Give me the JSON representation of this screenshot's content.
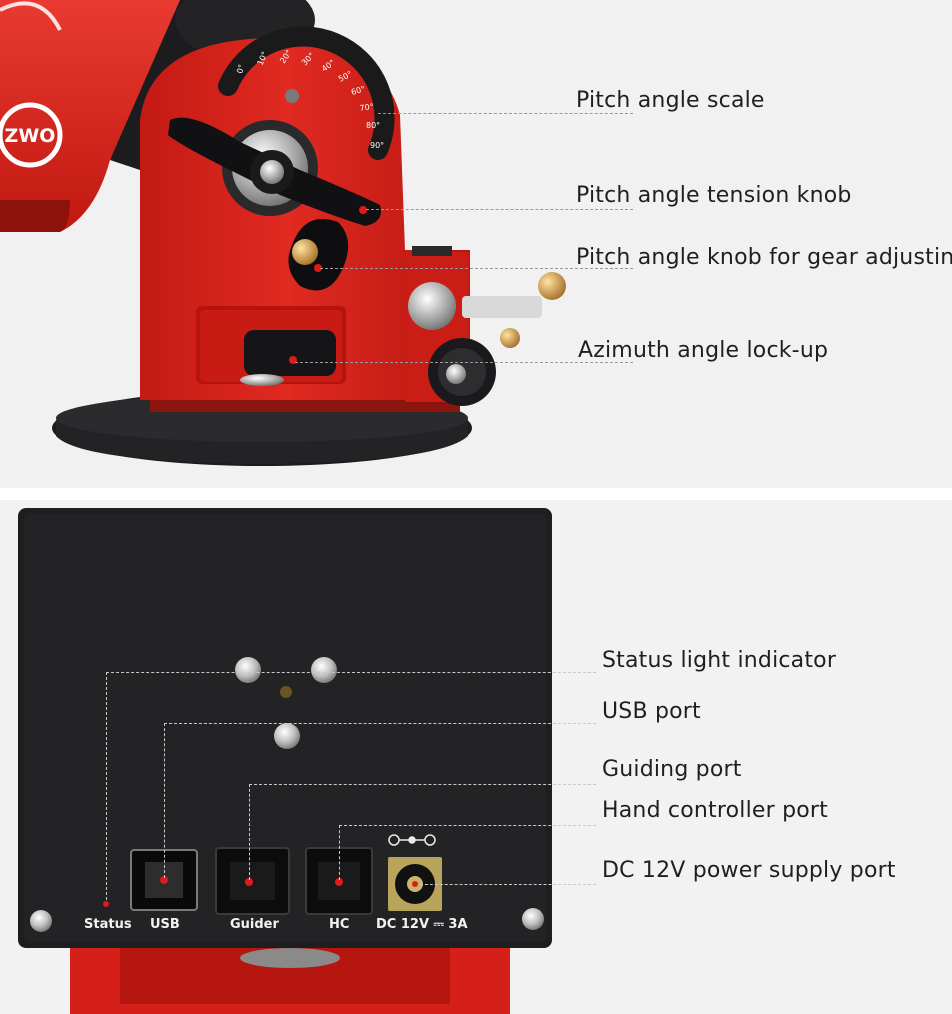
{
  "top_callouts": [
    {
      "id": "pitch-scale",
      "label": "Pitch angle scale"
    },
    {
      "id": "pitch-tension",
      "label": "Pitch angle tension knob"
    },
    {
      "id": "pitch-gear",
      "label": "Pitch angle knob for gear adjusting"
    },
    {
      "id": "azimuth-lock",
      "label": "Azimuth angle lock-up"
    }
  ],
  "bottom_callouts": [
    {
      "id": "status-light",
      "label": "Status light indicator"
    },
    {
      "id": "usb-port",
      "label": "USB port"
    },
    {
      "id": "guiding-port",
      "label": "Guiding port"
    },
    {
      "id": "hc-port",
      "label": "Hand controller port"
    },
    {
      "id": "dc-port",
      "label": "DC 12V power supply port"
    }
  ],
  "scale_ticks": [
    "0°",
    "10°",
    "20°",
    "30°",
    "40°",
    "50°",
    "60°",
    "70°",
    "80°",
    "90°"
  ],
  "logo_text": "ZWO",
  "port_labels": {
    "status": "Status",
    "usb": "USB",
    "guider": "Guider",
    "hc": "HC",
    "dc": "DC 12V ⎓ 3A"
  },
  "colors": {
    "mount_red": "#d8211c",
    "mount_dark_red": "#a5150f",
    "body_black": "#1e1e20",
    "marker_red": "#e01a1a",
    "brass": "#c9953f"
  }
}
